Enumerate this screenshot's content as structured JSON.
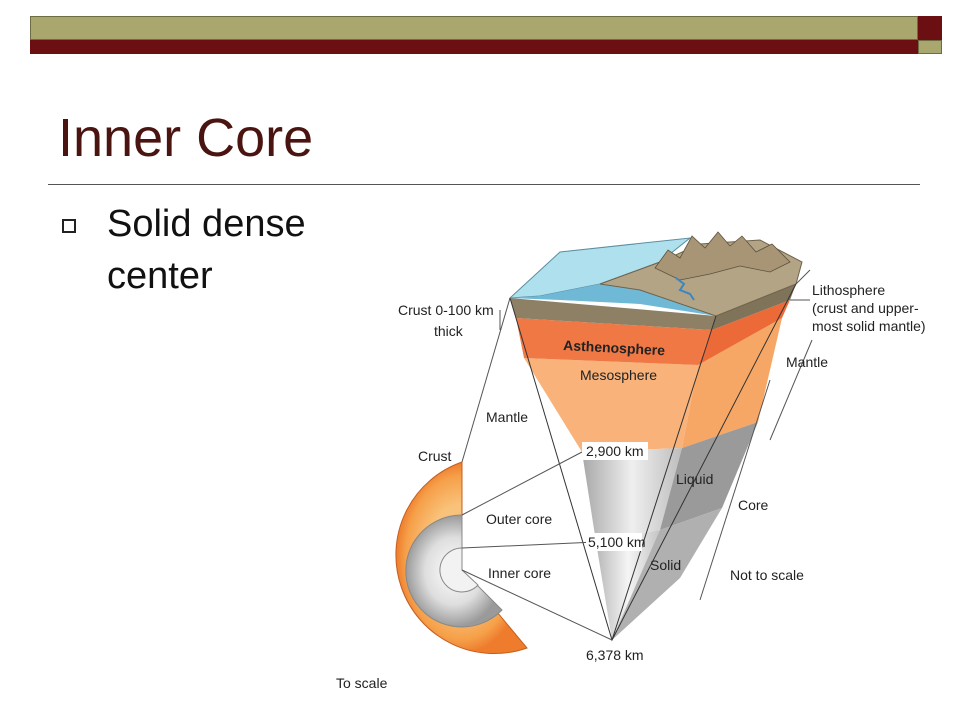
{
  "slide": {
    "title": "Inner Core",
    "bullet": "Solid dense center"
  },
  "diagram": {
    "labels": {
      "crust_thickness_line1": "Crust 0-100 km",
      "crust_thickness_line2": "thick",
      "lithosphere_line1": "Lithosphere",
      "lithosphere_line2": "(crust and upper-",
      "lithosphere_line3": "most solid mantle)",
      "asthenosphere": "Asthenosphere",
      "mesosphere": "Mesosphere",
      "mantle_right": "Mantle",
      "mantle_left": "Mantle",
      "crust": "Crust",
      "depth_2900": "2,900 km",
      "liquid": "Liquid",
      "core": "Core",
      "outer_core": "Outer core",
      "depth_5100": "5,100 km",
      "solid": "Solid",
      "not_to_scale": "Not to scale",
      "inner_core": "Inner core",
      "depth_6378": "6,378 km",
      "to_scale": "To scale"
    },
    "colors": {
      "crust_brown": "#b3a486",
      "ocean_blue": "#aee0ee",
      "asthenosphere": "#f07845",
      "mesosphere": "#f8b27a",
      "outer_core": "#c8c8c8",
      "inner_core": "#dcdcdc",
      "title": "#4a1410",
      "bar_maroon": "#6b0f12",
      "bar_olive": "#a9a66e"
    }
  }
}
